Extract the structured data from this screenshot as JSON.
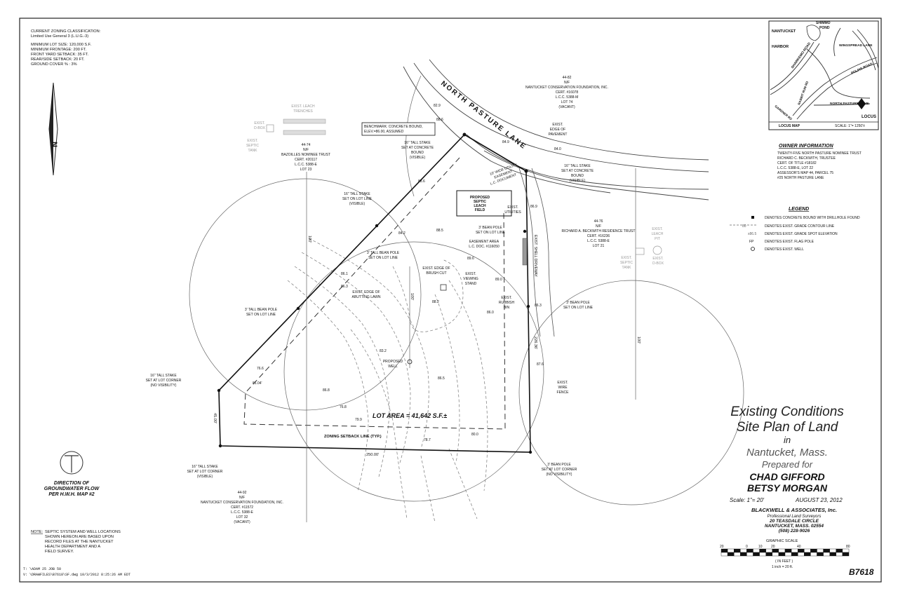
{
  "zoning": {
    "lines": [
      "CURRENT ZONING CLASSIFICATION:",
      "Limited Use General 3 (L.U.G.-3)",
      "",
      "MINIMUM LOT SIZE:   120,000 S.F.",
      "MINIMUM FRONTAGE:        200 FT.",
      "FRONT YARD SETBACK:       35 FT.",
      "REAR/SIDE SETBACK:       20 FT.",
      "GROUND COVER % :          3%"
    ]
  },
  "north_arrow": {
    "label": "N"
  },
  "street": {
    "name": "NORTH PASTURE LANE"
  },
  "abutters": {
    "n44_82": [
      "44-82",
      "N/F",
      "NANTUCKET CONSERVATION FOUNDATION, INC.",
      "CERT. #16078",
      "L.C.C. 5388-M",
      "LOT 74",
      "(VACANT)"
    ],
    "n44_74": [
      "44-74",
      "N/F",
      "BAZOILLES NOMINEE TRUST",
      "CERT. #20117",
      "L.C.C. 5388-E",
      "LOT 23"
    ],
    "n44_76": [
      "44-76",
      "N/F",
      "RICHARD A. BECKWITH RESIDENCE TRUST",
      "CERT. #16236",
      "L.C.C. 5388-E",
      "LOT 21"
    ],
    "n44_92": [
      "44-92",
      "N/F",
      "NANTUCKET CONSERVATION FOUNDATION, INC.",
      "CERT. #11572",
      "L.C.C. 5388-E",
      "LOT 32",
      "(VACANT)"
    ]
  },
  "callouts": {
    "benchmark": [
      "BENCHMARK: CONCRETE BOUND,",
      "ELEV.=86.00, ASSUMED"
    ],
    "stake_bound_left": [
      "16\" TALL STAKE",
      "SET AT CONCRETE",
      "BOUND",
      "(VISIBLE)"
    ],
    "stake_bound_right": [
      "16\" TALL STAKE",
      "SET AT CONCRETE",
      "BOUND",
      "(VISIBLE)"
    ],
    "edge_pavement": [
      "EXIST.",
      "EDGE OF",
      "PAVEMENT"
    ],
    "stake_lot_line": [
      "16\" TALL STAKE",
      "SET ON LOT LINE",
      "(VISIBLE)"
    ],
    "bean_pole_mid": [
      "3' TALL BEAN POLE",
      "SET ON LOT LINE"
    ],
    "bean_pole_left": [
      "3' TALL BEAN POLE",
      "SET ON LOT LINE"
    ],
    "bean_pole_right_top": [
      "3' BEAN POLE",
      "SET ON LOT LINE"
    ],
    "bean_pole_right": [
      "3' BEAN POLE",
      "SET ON LOT LINE"
    ],
    "stake_corner_left": [
      "16\" TALL STAKE",
      "SET AT LOT CORNER",
      "(NO VISIBILITY)"
    ],
    "stake_corner_bottom": [
      "16\" TALL STAKE",
      "SET AT LOT CORNER",
      "(VISIBLE)"
    ],
    "bean_corner_bottom": [
      "3' BEAN POLE",
      "SET AT LOT CORNER",
      "(NO VISIBILITY)"
    ],
    "leach_field": [
      "PROPOSED",
      "SEPTIC",
      "LEACH",
      "FIELD"
    ],
    "exist_utilities": [
      "EXIST.",
      "UTILITIES"
    ],
    "utility_easement": [
      "10' WIDE UTILITY",
      "EASEMENT",
      "L.C. DOCUMENT"
    ],
    "easement_area": [
      "EASEMENT AREA",
      "L.C. DOC. #116050"
    ],
    "brush_cut": [
      "EXIST. EDGE OF",
      "BRUSH CUT"
    ],
    "viewing_stand": [
      "EXIST.",
      "VIEWING",
      "STAND"
    ],
    "abutting_lawn": [
      "EXIST. EDGE OF",
      "ABUTTING LAWN"
    ],
    "rubbish_bin": [
      "EXIST.",
      "RUBBISH",
      "BIN"
    ],
    "proposed_well": [
      "PROPOSED",
      "WELL"
    ],
    "shell_driveway": "EXIST. SHELL DRIVEWAY",
    "wire_fence": [
      "EXIST.",
      "WIRE",
      "FENCE"
    ],
    "leach_trenches": [
      "EXIST. LEACH",
      "TRENCHES"
    ],
    "dbox_left": [
      "EXIST.",
      "D-BOX"
    ],
    "septic_left": [
      "EXIST.",
      "SEPTIC",
      "TANK"
    ],
    "leach_pit": [
      "EXIST.",
      "LEACH",
      "PIT"
    ],
    "dbox_right": [
      "EXIST.",
      "D-BOX"
    ],
    "septic_right": [
      "EXIST.",
      "SEPTIC",
      "TANK"
    ]
  },
  "dimensions": {
    "d100_left": "100'",
    "d100_mid": "100'",
    "d100_right": "100'",
    "d250": "250.00'",
    "d45": "45.00'",
    "d226": "226.36'",
    "d81": "81.04'"
  },
  "spot_elevations": [
    "84.0",
    "84.2",
    "86.1",
    "86.3",
    "88.5",
    "88.6",
    "89.6",
    "89.0",
    "88.2",
    "86.0",
    "83.2",
    "86.5",
    "86.8",
    "86.3",
    "79.9",
    "80.0",
    "78.7",
    "76.6",
    "76.8",
    "87.6",
    "84.9",
    "86.9",
    "82.9",
    "88.6"
  ],
  "lot_area": "LOT AREA = 41,642 S.F.±",
  "setback_label": "ZONING SETBACK LINE (TYP.)",
  "groundwater": [
    "DIRECTION OF",
    "GROUNDWATER FLOW",
    "PER H.W.H. MAP #2"
  ],
  "note": {
    "label": "NOTE:",
    "lines": [
      "SEPTIC SYSTEM AND WELL LOCATIONS",
      "SHOWN HEREON ARE BASED UPON",
      "RECORD FILES AT THE NANTUCKET",
      "HEALTH DEPARTMENT AND A",
      "FIELD SURVEY."
    ]
  },
  "file_info": [
    "T: \\ADAM 25 JOB 50",
    "V: \\DRAWFILES\\B7618\\SF.dwg   10/3/2012   8:25:26 AM EDT"
  ],
  "locus": {
    "labels": [
      "NANTUCKET",
      "HARBOR",
      "SHIMMO",
      "POND",
      "SHAWKEMO ROAD",
      "WINGSPREAD LANE",
      "POLPIS ROAD",
      "RABBIT RUN RD",
      "GARDNER RD",
      "NORTH PASTURE LANE",
      "LOCUS"
    ],
    "caption": "LOCUS MAP",
    "scale": "SCALE: 1\"= 1250'±"
  },
  "owner": {
    "heading": "OWNER INFORMATION",
    "lines": [
      "TWENTY-FIVE NORTH PASTURE NOMINEE TRUST",
      "RICHARD C. BECKWITH, TRUSTEE",
      "CERT. OF TITLE #18182",
      "L.C.C. 5388-E, LOT 22",
      "ASSESSOR'S MAP 44, PARCEL 75",
      "#25 NORTH PASTURE LANE"
    ]
  },
  "legend": {
    "heading": "LEGEND",
    "items": [
      "DENOTES CONCRETE BOUND WITH DRILLHOLE FOUND",
      "DENOTES EXIST. GRADE CONTOUR LINE",
      "DENOTES EXIST. GRADE SPOT ELEVATION",
      "DENOTES EXIST. FLAG POLE",
      "DENOTES EXIST. WELL"
    ],
    "symbols": [
      "",
      "80",
      "x86.5",
      "FP",
      ""
    ]
  },
  "title_block": {
    "line1": "Existing Conditions",
    "line2": "Site Plan of Land",
    "line3": "in",
    "line4": "Nantucket, Mass.",
    "line5": "Prepared for",
    "client1": "CHAD GIFFORD",
    "client2": "BETSY MORGAN",
    "scale": "Scale:  1\"= 20'",
    "date": "AUGUST 23, 2012",
    "firm": "BLACKWELL & ASSOCIATES, Inc.",
    "firm_sub": "Professional Land Surveyors",
    "address1": "20 TEASDALE CIRCLE",
    "address2": "NANTUCKET, MASS.  02554",
    "phone": "(508) 228-9026"
  },
  "graphic_scale": {
    "title": "GRAPHIC SCALE",
    "ticks": [
      "20",
      "0",
      "10",
      "20",
      "40",
      "80"
    ],
    "unit": "( IN FEET )",
    "ratio": "1 inch = 20  ft."
  },
  "plan_number": "B7618"
}
